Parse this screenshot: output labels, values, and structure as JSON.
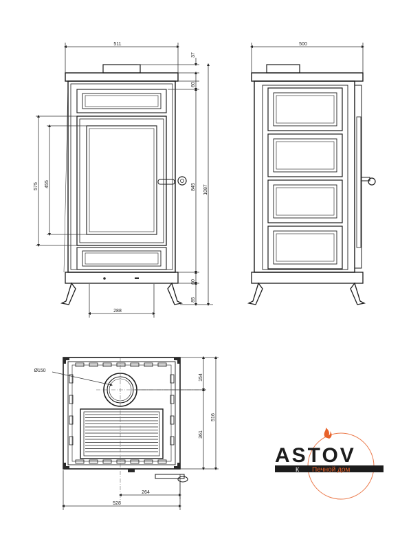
{
  "front_view": {
    "width": "511",
    "top_height": "37",
    "top_panel_height": "60",
    "door_outer_height": "575",
    "door_inner_height": "455",
    "body_height": "845",
    "total_height": "1087",
    "bottom_panel_height": "60",
    "leg_height": "85",
    "door_width": "288"
  },
  "side_view": {
    "width": "500"
  },
  "top_view": {
    "flue_diameter": "Ø150",
    "flue_offset": "154",
    "depth": "516",
    "grate_depth": "361",
    "flue_x": "264",
    "width": "528"
  },
  "logo": {
    "brand": "ASTOV",
    "sub": "К",
    "sub2": "Печной дом"
  },
  "colors": {
    "line": "#1a1a1a",
    "logo_accent": "#e8622a"
  }
}
